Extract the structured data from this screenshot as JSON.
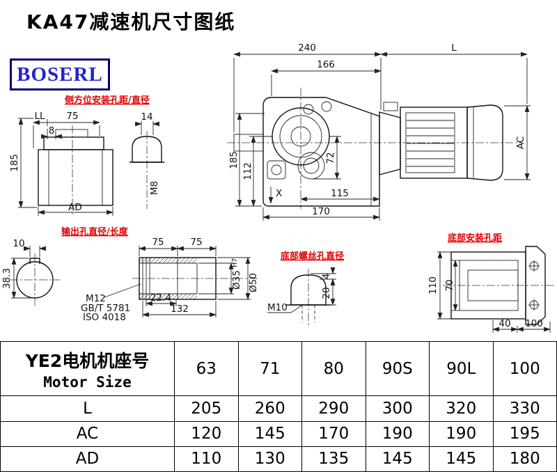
{
  "page": {
    "title": "KA47减速机尺寸图纸",
    "logo": "BOSERL"
  },
  "labels": {
    "side_mount": "侧方位安装孔距/直径",
    "output_hole": "输出孔直径/长度",
    "bottom_screw": "底部螺丝孔直径",
    "bottom_mount": "底部安装孔距"
  },
  "main": {
    "d240": "240",
    "dL": "L",
    "d166": "166",
    "d185": "185",
    "d112": "112",
    "d72": "72",
    "x": "X",
    "d115": "115",
    "d170": "170",
    "ac": "AC"
  },
  "side": {
    "ll": "LL",
    "d75": "75",
    "d8": "8",
    "d185": "185",
    "ad": "AD",
    "d14": "14",
    "m8": "M8"
  },
  "output": {
    "d10": "10",
    "d383": "38.3",
    "d75a": "75",
    "d75b": "75",
    "d224": "22.4",
    "d132": "132",
    "m12": "M12",
    "gb": "GB/T 5781",
    "iso": "ISO 4018",
    "dia35": "Ø35",
    "dia35_tol": "H7",
    "dia50": "Ø50"
  },
  "screw": {
    "m10": "M10",
    "d4": "4",
    "d20": "20"
  },
  "mount": {
    "d110": "110",
    "d70": "70",
    "d40": "40",
    "d100": "100"
  },
  "table": {
    "header_cn": "YE2电机机座号",
    "header_en": "Motor Size",
    "sizes": [
      "63",
      "71",
      "80",
      "90S",
      "90L",
      "100"
    ],
    "rows": [
      {
        "label": "L",
        "values": [
          "205",
          "260",
          "290",
          "300",
          "320",
          "330"
        ]
      },
      {
        "label": "AC",
        "values": [
          "120",
          "145",
          "170",
          "190",
          "190",
          "195"
        ]
      },
      {
        "label": "AD",
        "values": [
          "110",
          "130",
          "135",
          "145",
          "145",
          "180"
        ]
      }
    ]
  }
}
